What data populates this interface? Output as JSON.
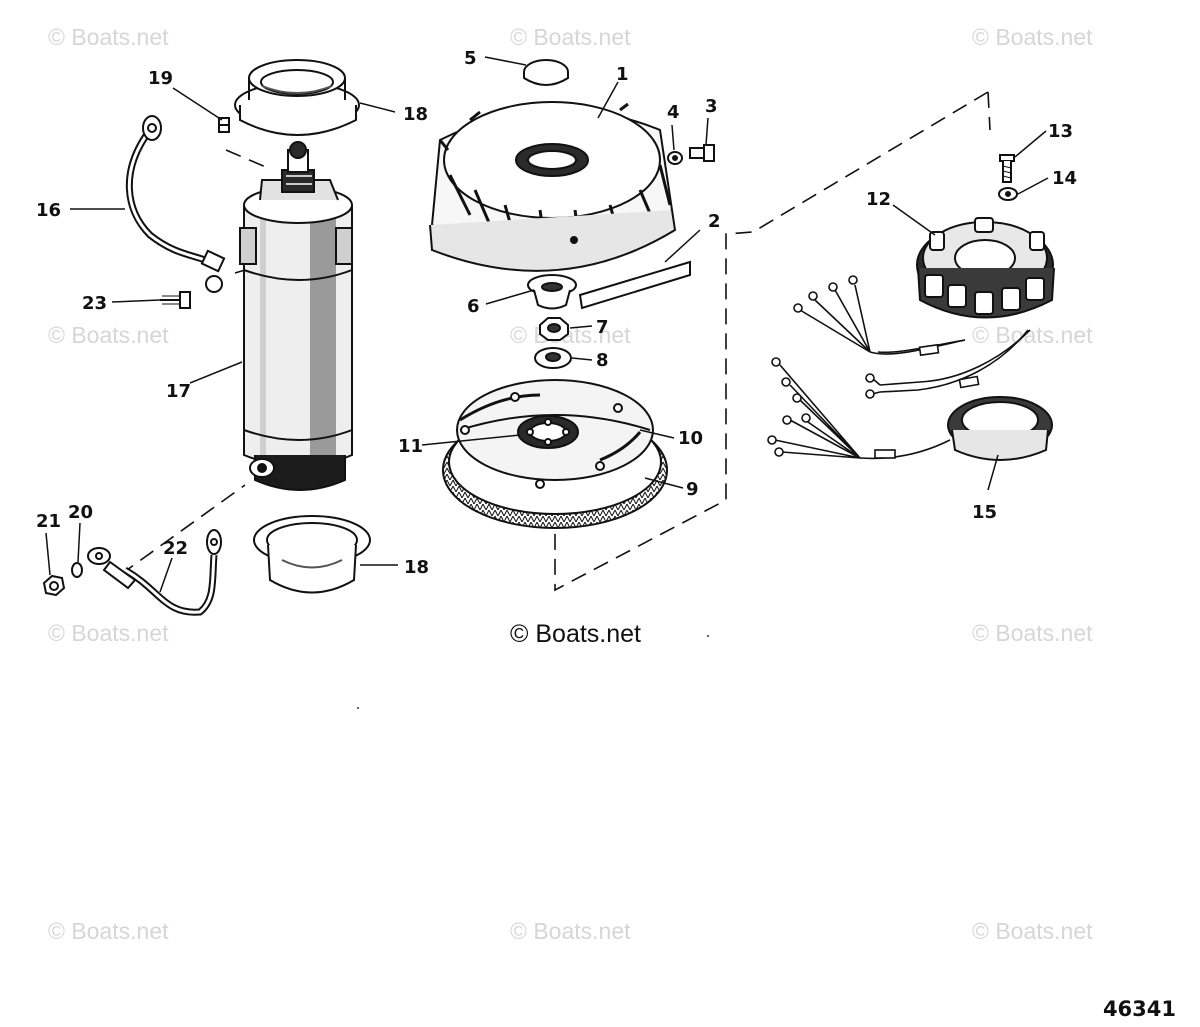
{
  "watermark_text": "© Boats.net",
  "copyright_text": "© Boats.net",
  "diagram_id": "46341",
  "callouts": {
    "c1": "1",
    "c2": "2",
    "c3": "3",
    "c4": "4",
    "c5": "5",
    "c6": "6",
    "c7": "7",
    "c8": "8",
    "c9": "9",
    "c10": "10",
    "c11": "11",
    "c12": "12",
    "c13": "13",
    "c14": "14",
    "c15": "15",
    "c16": "16",
    "c17": "17",
    "c18a": "18",
    "c18b": "18",
    "c19": "19",
    "c20": "20",
    "c21": "21",
    "c22": "22",
    "c23": "23"
  }
}
